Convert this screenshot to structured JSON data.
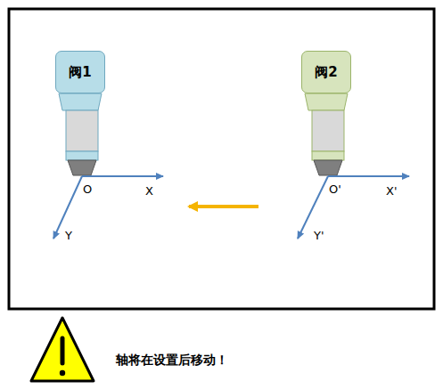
{
  "diagram": {
    "nodes": [
      {
        "text": [
          "阀1"
        ]
      },
      {
        "text": [
          "阀2"
        ]
      }
    ],
    "labels": [
      "O",
      "X",
      "Y",
      "O'",
      "X'",
      "Y'",
      "轴将在设置后移动！"
    ]
  }
}
